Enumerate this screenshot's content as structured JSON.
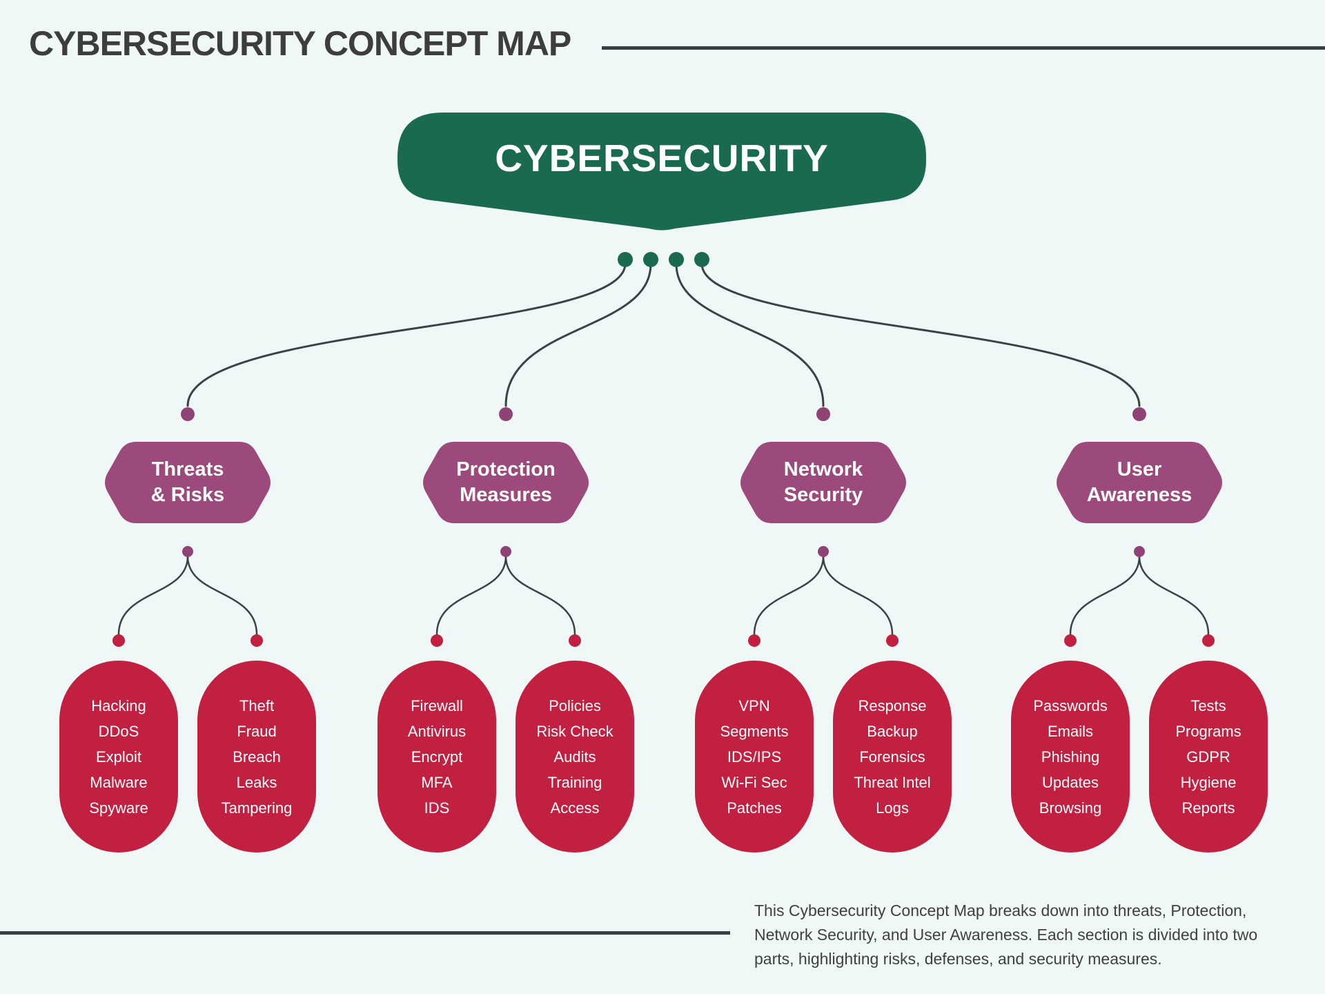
{
  "title": "CYBERSECURITY CONCEPT MAP",
  "colors": {
    "background": "#F0F8F7",
    "ink": "#3D3D3F",
    "root_green": "#196A4E",
    "branch_purple": "#9C4A7C",
    "dot_purple": "#8F4274",
    "leaf_red": "#C12040",
    "connector": "#3C4145"
  },
  "root": {
    "label": "CYBERSECURITY"
  },
  "branches": [
    {
      "label": "Threats\n& Risks",
      "ovals": [
        [
          "Hacking",
          "DDoS",
          "Exploit",
          "Malware",
          "Spyware"
        ],
        [
          "Theft",
          "Fraud",
          "Breach",
          "Leaks",
          "Tampering"
        ]
      ]
    },
    {
      "label": "Protection\nMeasures",
      "ovals": [
        [
          "Firewall",
          "Antivirus",
          "Encrypt",
          "MFA",
          "IDS"
        ],
        [
          "Policies",
          "Risk Check",
          "Audits",
          "Training",
          "Access"
        ]
      ]
    },
    {
      "label": "Network\nSecurity",
      "ovals": [
        [
          "VPN",
          "Segments",
          "IDS/IPS",
          "Wi-Fi Sec",
          "Patches"
        ],
        [
          "Response",
          "Backup",
          "Forensics",
          "Threat Intel",
          "Logs"
        ]
      ]
    },
    {
      "label": "User\nAwareness",
      "ovals": [
        [
          "Passwords",
          "Emails",
          "Phishing",
          "Updates",
          "Browsing"
        ],
        [
          "Tests",
          "Programs",
          "GDPR",
          "Hygiene",
          "Reports"
        ]
      ]
    }
  ],
  "footer": {
    "description": "This Cybersecurity Concept Map breaks down into threats, Protection,\nNetwork Security, and User Awareness. Each section is divided into two\nparts, highlighting risks, defenses, and security measures."
  }
}
